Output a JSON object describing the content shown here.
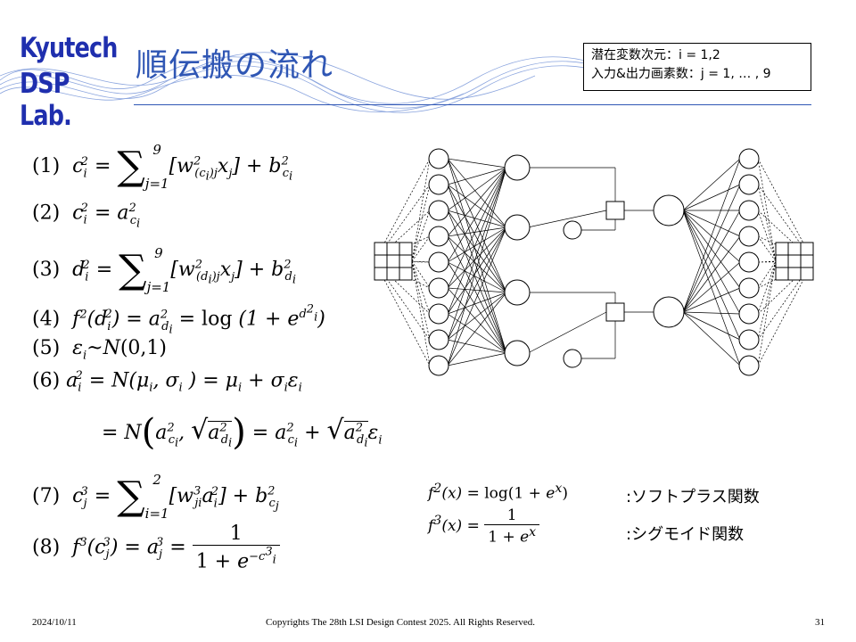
{
  "logo": {
    "line1": "Kyutech",
    "line2": "DSP Lab."
  },
  "title": "順伝搬の流れ",
  "info": {
    "line1": "潜在変数次元：i = 1,2",
    "line2": "入力&出力画素数：j = 1, … , 9"
  },
  "equations": {
    "e1_label": "(1)",
    "e2_label": "(2)",
    "e3_label": "(3)",
    "e4_label": "(4)",
    "e5_label": "(5)",
    "e6_label": "(6)",
    "e7_label": "(7)",
    "e8_label": "(8)"
  },
  "functions": {
    "softplus_label": ":ソフトプラス関数",
    "sigmoid_label": ":シグモイド関数"
  },
  "footer": {
    "date": "2024/10/11",
    "copyright": "Copyrights The 28th LSI Design Contest 2025.  All Rights Reserved.",
    "page": "31"
  }
}
